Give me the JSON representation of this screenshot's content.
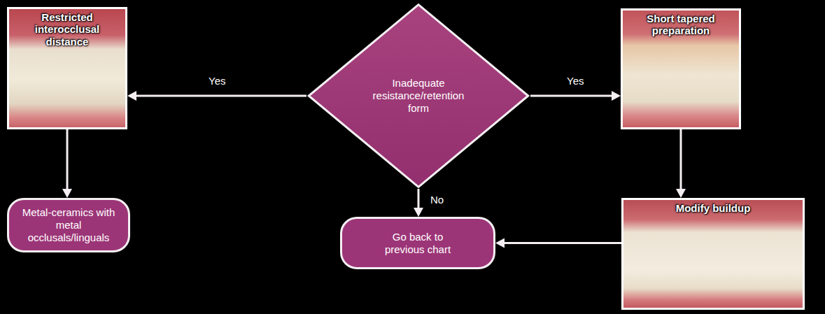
{
  "diagram": {
    "nodes": [
      {
        "text": [
          "Restricted interocclusal distance"
        ]
      },
      {
        "text": [
          "Inadequate resistance/retention form"
        ]
      },
      {
        "text": [
          "Short tapered preparation"
        ]
      },
      {
        "text": [
          "Metal-ceramics with metal occlusals/linguals"
        ]
      },
      {
        "text": [
          "Go back to previous chart"
        ]
      },
      {
        "text": [
          "Modify buildup"
        ]
      }
    ],
    "edges": [
      {
        "from": 1,
        "to": 0,
        "label": "Yes",
        "arrow": "to"
      },
      {
        "from": 1,
        "to": 2,
        "label": "Yes",
        "arrow": "to"
      },
      {
        "from": 1,
        "to": 4,
        "label": "No",
        "arrow": "to"
      },
      {
        "from": 0,
        "to": 3,
        "arrow": "to"
      },
      {
        "from": 2,
        "to": 5,
        "arrow": "to"
      },
      {
        "from": 5,
        "to": 4,
        "arrow": "to"
      }
    ]
  }
}
